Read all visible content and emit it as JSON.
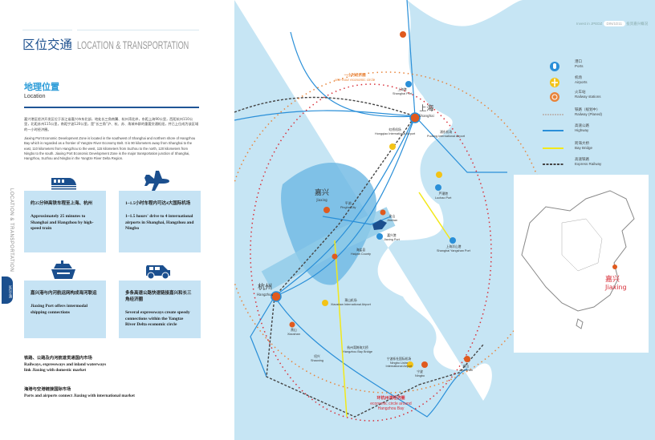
{
  "header": {
    "title_cn": "区位交通",
    "title_en": "LOCATION & TRANSPORTATION",
    "side_vertical": "LOCATION & TRANSPORTATION",
    "side_tab": "区位交通",
    "top_right_en": "Invest in JPEDZ",
    "top_right_logo": "DIN/1D11",
    "top_right_cn": "投资嘉兴概况"
  },
  "location": {
    "title_cn": "地理位置",
    "title_en": "Location",
    "para_cn": "嘉兴港区经济开发区位于浙江省嘉兴市东北部，地处长三角南翼、杭州湾北岸，东距上海90公里，西距杭州110公里，北距苏州115公里，南距宁波120公里，是“长三角”沪、杭、苏、甬城市群的重要交通枢纽，并已上位成为该区域的一小时经济圈。",
    "para_en": "Jiaxing Port Economic Development Zone is located in the southwest of Shanghai and northern shore of Hangzhou Bay which is regarded as a frontier of Yangtze River Economy Belt. It is 90 kilometers away from Shanghai to the east, 110 kilometers from Hangzhou to the west, 115 kilometers from Suzhou to the north, 120 kilometers from Ningbo to the south. Jiaxing Port Economic Development Zone is the major transportation junction of Shanghai, Hangzhou, Suzhou and Ningbo in the Yangtze River Delta Region."
  },
  "cards": [
    {
      "icon": "train-icon",
      "cn": "约25分钟高铁车程至上海、杭州",
      "en": "Approximately 25 minutes to Shanghai and Hangzhou by high-speed train"
    },
    {
      "icon": "airplane-icon",
      "cn": "1~1.5小时车程内可达4大国际机场",
      "en": "1~1.5 hours' drive to 4 international airports in Shanghai, Hangzhou and Ningbo"
    },
    {
      "icon": "ship-icon",
      "cn": "嘉兴港与内河航运网构成海河联运",
      "en": "Jiaxing Port offers intermodal shipping connections"
    },
    {
      "icon": "car-icon",
      "cn": "多条高速公路快速链接嘉兴和长三角经济圈",
      "en": "Several expressways create speedy connections within the Yangtze River Delta economic circle"
    }
  ],
  "bottom": [
    {
      "cn": "铁路、公路及内河航道贯通国内市场",
      "en": "Railways, expressways and inland waterways link Jiaxing with domestic market"
    },
    {
      "cn": "海港与空港链接国际市场",
      "en": "Ports and airports connect Jiaxing with international market"
    }
  ],
  "legend": [
    {
      "cn": "港口",
      "en": "Ports",
      "color": "#2a8fd8"
    },
    {
      "cn": "机场",
      "en": "Airports",
      "color": "#f3c316"
    },
    {
      "cn": "火车站",
      "en": "Railway stations",
      "color": "#e8843a"
    },
    {
      "cn": "铁路（规划中）",
      "en": "Railway (Planed)",
      "color": "#bbbbbb"
    },
    {
      "cn": "高速公路",
      "en": "Highway",
      "color": "#2a8fd8"
    },
    {
      "cn": "跨海大桥",
      "en": "Bay Bridge",
      "color": "#f2e81a"
    },
    {
      "cn": "高速铁路",
      "en": "Express Railway",
      "color": "#444444"
    }
  ],
  "map": {
    "circle_one_hour_cn": "一小时经济圈",
    "circle_one_hour_en": "one-hour economic circle",
    "circle_bay_cn": "环杭州湾经济圈",
    "circle_bay_en": "economic circle around Hangzhou Bay",
    "shanghai_cn": "上海",
    "shanghai_en": "Shanghai",
    "jiaxing_cn": "嘉兴",
    "jiaxing_en": "Jiaxing",
    "hangzhou_cn": "杭州",
    "hangzhou_en": "Hangzhou",
    "places": [
      {
        "cn": "上海港",
        "en": "Shanghai Port"
      },
      {
        "cn": "虹桥机场",
        "en": "Hongqiao International Airport"
      },
      {
        "cn": "浦东机场",
        "en": "Pudong International Airport"
      },
      {
        "cn": "芦潮港",
        "en": "Luchao Port"
      },
      {
        "cn": "上海洋山港",
        "en": "Shanghai Yangshan Port"
      },
      {
        "cn": "嘉兴港",
        "en": "Jiaxing Port"
      },
      {
        "cn": "金山",
        "en": "Jinshan"
      },
      {
        "cn": "海盐县",
        "en": "Haiyan County"
      },
      {
        "cn": "萧山机场",
        "en": "Xiaoshan International Airport"
      },
      {
        "cn": "萧山",
        "en": "Xiaoshan"
      },
      {
        "cn": "绍兴",
        "en": "Shaoxing"
      },
      {
        "cn": "宁波栎社国际机场",
        "en": "Ningbo Lishe International Airport"
      },
      {
        "cn": "宁波",
        "en": "Ningbo"
      },
      {
        "cn": "舟山",
        "en": "Zhoushan"
      },
      {
        "cn": "平湖",
        "en": "Pinghu City"
      },
      {
        "cn": "杭州湾跨海大桥",
        "en": "Hangzhou Bay Bridge"
      }
    ]
  },
  "inset": {
    "cn": "嘉兴",
    "en": "Jiaxing"
  }
}
